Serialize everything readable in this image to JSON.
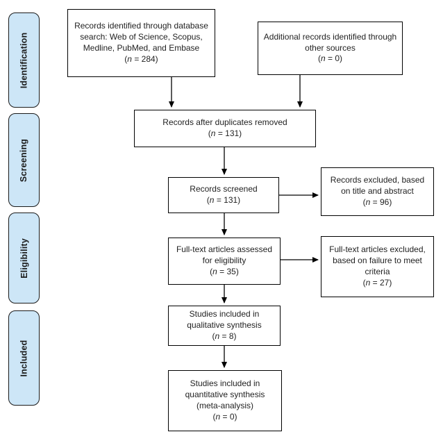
{
  "stages": [
    {
      "label": "Identification"
    },
    {
      "label": "Screening"
    },
    {
      "label": "Eligibility"
    },
    {
      "label": "Included"
    }
  ],
  "boxes": {
    "identified": {
      "label": "Records identified through database search: Web of Science, Scopus, Medline, PubMed, and Embase",
      "count": "(n = 284)"
    },
    "additional": {
      "label": "Additional records identified through other sources",
      "count": "(n = 0)"
    },
    "duplicates_removed": {
      "label": "Records after duplicates removed",
      "count": "(n = 131)"
    },
    "screened": {
      "label": "Records screened",
      "count": "(n = 131)"
    },
    "excluded_title_abstract": {
      "label": "Records excluded, based on title and abstract",
      "count": "(n = 96)"
    },
    "fulltext_assessed": {
      "label": "Full-text articles assessed for eligibility",
      "count": "(n = 35)"
    },
    "fulltext_excluded": {
      "label": "Full-text articles excluded, based on failure to meet criteria",
      "count": "(n = 27)"
    },
    "qualitative_synthesis": {
      "label": "Studies included in qualitative synthesis",
      "count": "(n = 8)"
    },
    "quantitative_synthesis": {
      "label": "Studies included in quantitative synthesis (meta-analysis)",
      "count": "(n = 0)"
    }
  },
  "colors": {
    "stage_fill": "#CDE6F7",
    "stage_border": "#1A1A1A",
    "box_border": "#000000",
    "arrow": "#000000",
    "background": "#FFFFFF"
  }
}
